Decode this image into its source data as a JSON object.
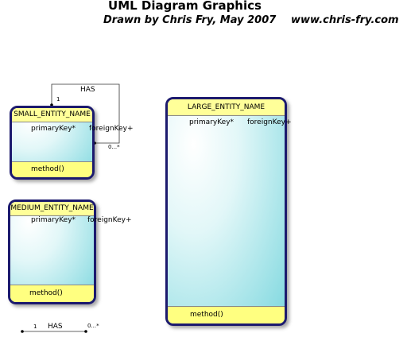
{
  "title": "UML Diagram Graphics",
  "subtitle_left": "Drawn by Chris Fry, May 2007",
  "subtitle_right": "www.chris-fry.com",
  "small_entity": {
    "name": "SMALL_ENTITY_NAME",
    "primary_key": "primaryKey*",
    "foreign_key": "foreignKey+",
    "method": "method()"
  },
  "medium_entity": {
    "name": "MEDIUM_ENTITY_NAME",
    "primary_key": "primaryKey*",
    "foreign_key": "foreignKey+",
    "method": "method()"
  },
  "large_entity": {
    "name": "LARGE_ENTITY_NAME",
    "primary_key": "primaryKey*",
    "foreign_key": "foreignKey+",
    "method": "method()"
  },
  "self_relation": {
    "label": "HAS",
    "cardinality_one": "1",
    "cardinality_many": "0...*"
  },
  "legend_relation": {
    "label": "HAS",
    "cardinality_one": "1",
    "cardinality_many": "0...*"
  }
}
